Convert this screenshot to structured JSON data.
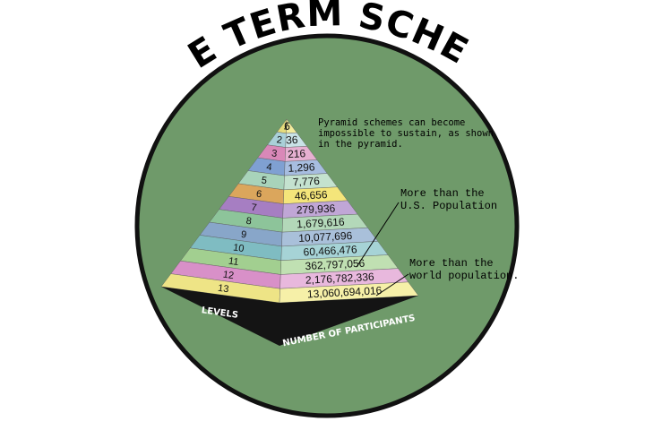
{
  "title": "THE TERM SCHEME",
  "colors": {
    "circle_fill": "#6f9a6a",
    "circle_stroke": "#111111",
    "base": "#141414"
  },
  "pyramid": {
    "levels_label": "LEVELS",
    "participants_label": "NUMBER OF PARTICIPANTS",
    "tiers": [
      {
        "level": "1",
        "participants": "6",
        "left_color": "#e6dc7c",
        "right_color": "#f3ec9c"
      },
      {
        "level": "2",
        "participants": "36",
        "left_color": "#a9d0d8",
        "right_color": "#c9e3e7"
      },
      {
        "level": "3",
        "participants": "216",
        "left_color": "#d988b8",
        "right_color": "#e6b0d1"
      },
      {
        "level": "4",
        "participants": "1,296",
        "left_color": "#7fa0d2",
        "right_color": "#a7bde0"
      },
      {
        "level": "5",
        "participants": "7,776",
        "left_color": "#a8d3ba",
        "right_color": "#c4e2cf"
      },
      {
        "level": "6",
        "participants": "46,656",
        "left_color": "#dba65c",
        "right_color": "#f4e57a"
      },
      {
        "level": "7",
        "participants": "279,936",
        "left_color": "#a67ec2",
        "right_color": "#c0a6d6"
      },
      {
        "level": "8",
        "participants": "1,679,616",
        "left_color": "#8dc49a",
        "right_color": "#b3d8b9"
      },
      {
        "level": "9",
        "participants": "10,077,696",
        "left_color": "#88a6c9",
        "right_color": "#a9c0da"
      },
      {
        "level": "10",
        "participants": "60,466,476",
        "left_color": "#7fbcc2",
        "right_color": "#a6d3d6"
      },
      {
        "level": "11",
        "participants": "362,797,056",
        "left_color": "#a2cf90",
        "right_color": "#c0e0b2"
      },
      {
        "level": "12",
        "participants": "2,176,782,336",
        "left_color": "#d890c8",
        "right_color": "#e8b8dd"
      },
      {
        "level": "13",
        "participants": "13,060,694,016",
        "left_color": "#eee486",
        "right_color": "#f6f0a8"
      }
    ]
  },
  "annotations": {
    "sustain_note": [
      "Pyramid schemes can become",
      "impossible to sustain, as shown",
      "in the pyramid."
    ],
    "us_population": [
      "More than the",
      "U.S. Population"
    ],
    "world_population": [
      "More than the",
      "world population."
    ]
  }
}
